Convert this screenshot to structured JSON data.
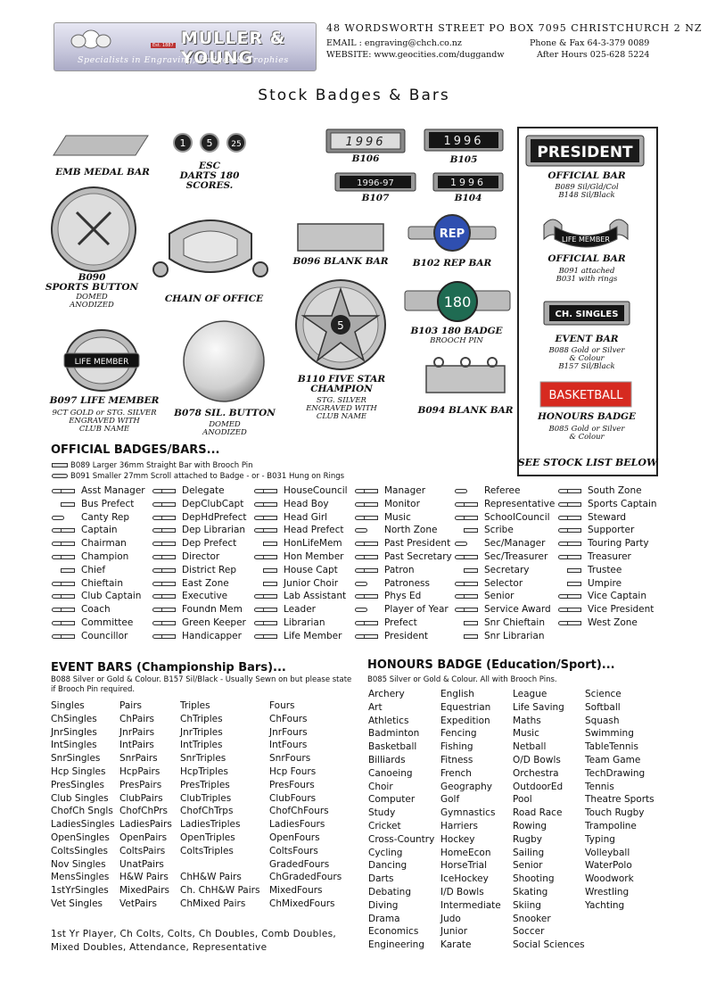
{
  "header": {
    "logo_name": "MULLER & YOUNG",
    "logo_established": "Est. 1887",
    "logo_tagline": "Specialists in Engraving, Badges & Trophies",
    "address": "48 WORDSWORTH STREET PO BOX 7095 CHRISTCHURCH 2 NZ",
    "email": "EMAIL : engraving@chch.co.nz",
    "phone": "Phone & Fax 64-3-379 0089",
    "website": "WEBSITE: www.geocities.com/duggandw",
    "after_hours": "After Hours 025-628 5224"
  },
  "title": "Stock Badges & Bars",
  "products": {
    "emb_medal_bar": "EMB MEDAL BAR",
    "esc_numbers": [
      "1",
      "5",
      "25"
    ],
    "esc_caption": [
      "ESC",
      "DARTS 180",
      "SCORES."
    ],
    "b106_text": "1996",
    "b106": "B106",
    "b105_text": "1996",
    "b105": "B105",
    "b107_text": "1996-97",
    "b107": "B107",
    "b104_text": "1996",
    "b104": "B104",
    "b090": "B090",
    "b090_name": "SPORTS BUTTON",
    "b090_sub": [
      "DOMED",
      "ANODIZED"
    ],
    "chain": "CHAIN OF OFFICE",
    "b096": "B096 BLANK BAR",
    "b102_text": "REP",
    "b102": "B102 REP BAR",
    "b103_text": "180",
    "b103": "B103 180 BADGE",
    "b103_sub": "BROOCH PIN",
    "b110_star": "5",
    "b110": [
      "B110 FIVE STAR",
      "CHAMPION"
    ],
    "b110_sub": [
      "STG. SILVER",
      "ENGRAVED WITH",
      "CLUB NAME"
    ],
    "life_member_text": "LIFE MEMBER",
    "b097": "B097 LIFE MEMBER",
    "b097_sub": [
      "9CT GOLD or STG. SILVER",
      "ENGRAVED WITH",
      "CLUB NAME"
    ],
    "b078": "B078 SIL. BUTTON",
    "b078_sub": [
      "DOMED",
      "ANODIZED"
    ],
    "b094": "B094 BLANK BAR"
  },
  "right_box": {
    "president_text": "PRESIDENT",
    "official_bar_1": "OFFICIAL BAR",
    "official_bar_1_sub": [
      "B089 Sil/Gld/Col",
      "B148 Sil/Black"
    ],
    "life_member_text": "LIFE MEMBER",
    "official_bar_2": "OFFICIAL BAR",
    "official_bar_2_sub": [
      "B091 attached",
      "B031 with rings"
    ],
    "ch_singles_text": "CH. SINGLES",
    "event_bar": "EVENT BAR",
    "event_bar_sub": [
      "B088 Gold or Silver",
      "& Colour",
      "B157 Sil/Black"
    ],
    "basketball_text": "BASKETBALL",
    "honours_badge": "HONOURS BADGE",
    "honours_sub": [
      "B085 Gold or Silver",
      "& Colour"
    ],
    "see_stock": "SEE STOCK LIST BELOW",
    "colors": {
      "president_bg": "#1a1a1a",
      "basketball_bg": "#d62a20",
      "rep_bg": "#2f4fb0",
      "badge180_bg": "#1f6b52"
    }
  },
  "official": {
    "heading": "OFFICIAL BADGES/BARS...",
    "note1": "B089 Larger 36mm Straight Bar with Brooch Pin",
    "note2": "B091 Smaller 27mm Scroll attached to Badge - or - B031 Hung on Rings",
    "columns": [
      [
        "Asst Manager",
        "Bus Prefect",
        "Canty Rep",
        "Captain",
        "Chairman",
        "Champion",
        "Chief",
        "Chieftain",
        "Club Captain",
        "Coach",
        "Committee",
        "Councillor"
      ],
      [
        "Delegate",
        "DepClubCapt",
        "DepHdPrefect",
        "Dep Librarian",
        "Dep Prefect",
        "Director",
        "District Rep",
        "East Zone",
        "Executive",
        "Foundn Mem",
        "Green Keeper",
        "Handicapper"
      ],
      [
        "HouseCouncil",
        "Head Boy",
        "Head Girl",
        "Head Prefect",
        "HonLifeMem",
        "Hon Member",
        "House Capt",
        "Junior Choir",
        "Lab Assistant",
        "Leader",
        "Librarian",
        "Life Member"
      ],
      [
        "Manager",
        "Monitor",
        "Music",
        "North Zone",
        "Past President",
        "Past Secretary",
        "Patron",
        "Patroness",
        "Phys Ed",
        "Player of Year",
        "Prefect",
        "President"
      ],
      [
        "Referee",
        "Representative",
        "SchoolCouncil",
        "Scribe",
        "Sec/Manager",
        "Sec/Treasurer",
        "Secretary",
        "Selector",
        "Senior",
        "Service Award",
        "Snr Chieftain",
        "Snr Librarian"
      ],
      [
        "South Zone",
        "Sports Captain",
        "Steward",
        "Supporter",
        "Touring Party",
        "Treasurer",
        "Trustee",
        "Umpire",
        "Vice Captain",
        "Vice President",
        "West Zone"
      ]
    ],
    "icon_types": [
      [
        "rs",
        "s",
        "r",
        "rs",
        "rs",
        "rs",
        "s",
        "rs",
        "rs",
        "rs",
        "rs",
        "rs"
      ],
      [
        "rs",
        "rs",
        "rs",
        "rs",
        "rs",
        "rs",
        "rs",
        "rs",
        "rs",
        "rs",
        "rs",
        "rs"
      ],
      [
        "rs",
        "rs",
        "rs",
        "rs",
        "s",
        "rs",
        "s",
        "s",
        "rs",
        "rs",
        "rs",
        "rs"
      ],
      [
        "rs",
        "rs",
        "rs",
        "r",
        "rs",
        "rs",
        "rs",
        "r",
        "rs",
        "r",
        "rs",
        "rs"
      ],
      [
        "r",
        "rs",
        "rs",
        "s",
        "r",
        "rs",
        "s",
        "rs",
        "rs",
        "rs",
        "s",
        "s"
      ],
      [
        "rs",
        "rs",
        "rs",
        "rs",
        "rs",
        "rs",
        "s",
        "s",
        "rs",
        "rs",
        "rs"
      ]
    ]
  },
  "event": {
    "heading": "EVENT BARS (Championship Bars)...",
    "note": "B088 Silver or Gold & Colour.  B157 Sil/Black - Usually Sewn on but please state if Brooch Pin required.",
    "columns": [
      [
        "Singles",
        "ChSingles",
        "JnrSingles",
        "IntSingles",
        "SnrSingles",
        "Hcp Singles",
        "PresSingles",
        "Club Singles",
        "ChofCh Sngls",
        "LadiesSingles",
        "OpenSingles",
        "ColtsSingles",
        "Nov Singles",
        "MensSingles",
        "1stYrSingles",
        "Vet Singles"
      ],
      [
        "Pairs",
        "ChPairs",
        "JnrPairs",
        "IntPairs",
        "SnrPairs",
        "HcpPairs",
        "PresPairs",
        "ClubPairs",
        "ChofChPrs",
        "LadiesPairs",
        "OpenPairs",
        "ColtsPairs",
        "UnatPairs",
        "H&W Pairs",
        "MixedPairs",
        "VetPairs"
      ],
      [
        "Triples",
        "ChTriples",
        "JnrTriples",
        "IntTriples",
        "SnrTriples",
        "HcpTriples",
        "PresTriples",
        "ClubTriples",
        "ChofChTrps",
        "LadiesTriples",
        "OpenTriples",
        "ColtsTriples",
        "",
        "ChH&W Pairs",
        "Ch. ChH&W Pairs",
        "ChMixed Pairs"
      ],
      [
        "Fours",
        "ChFours",
        "JnrFours",
        "IntFours",
        "SnrFours",
        "Hcp Fours",
        "PresFours",
        "ClubFours",
        "ChofChFours",
        "LadiesFours",
        "OpenFours",
        "ColtsFours",
        "GradedFours",
        "ChGradedFours",
        "MixedFours",
        "ChMixedFours"
      ]
    ],
    "footer": "1st Yr Player,  Ch Colts,  Colts,  Ch Doubles,  Comb Doubles,  Mixed Doubles,  Attendance,  Representative"
  },
  "honours": {
    "heading": "HONOURS BADGE (Education/Sport)...",
    "note": "B085 Silver or Gold & Colour.  All with Brooch Pins.",
    "columns": [
      [
        "Archery",
        "Art",
        "Athletics",
        "Badminton",
        "Basketball",
        "Billiards",
        "Canoeing",
        "Choir",
        "Computer",
        "Study",
        "Cricket",
        "Cross-Country",
        "Cycling",
        "Dancing",
        "Darts",
        "Debating",
        "Diving",
        "Drama",
        "Economics",
        "Engineering"
      ],
      [
        "English",
        "Equestrian",
        "Expedition",
        "Fencing",
        "Fishing",
        "Fitness",
        "French",
        "Geography",
        "Golf",
        "Gymnastics",
        "Harriers",
        "Hockey",
        "HomeEcon",
        "HorseTrial",
        "IceHockey",
        "I/D Bowls",
        "Intermediate",
        "Judo",
        "Junior",
        "Karate"
      ],
      [
        "League",
        "Life Saving",
        "Maths",
        "Music",
        "Netball",
        "O/D Bowls",
        "Orchestra",
        "OutdoorEd",
        "Pool",
        "Road Race",
        "Rowing",
        "Rugby",
        "Sailing",
        "Senior",
        "Shooting",
        "Skating",
        "Skiing",
        "Snooker",
        "Soccer",
        "Social Sciences"
      ],
      [
        "Science",
        "Softball",
        "Squash",
        "Swimming",
        "TableTennis",
        "Team Game",
        "TechDrawing",
        "Tennis",
        "Theatre Sports",
        "Touch Rugby",
        "Trampoline",
        "Typing",
        "Volleyball",
        "WaterPolo",
        "Woodwork",
        "Wrestling",
        "Yachting"
      ]
    ]
  }
}
